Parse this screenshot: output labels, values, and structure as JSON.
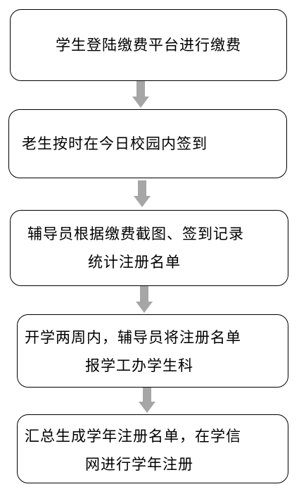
{
  "steps": [
    {
      "lines": [
        "学生登陆缴费平台进行缴费"
      ]
    },
    {
      "lines": [
        "老生按时在今日校园内签到"
      ]
    },
    {
      "lines": [
        "辅导员根据缴费截图、签到记录",
        "统计注册名单"
      ]
    },
    {
      "lines": [
        "开学两周内，辅导员将注册名单",
        "报学工办学生科"
      ]
    },
    {
      "lines": [
        "汇总生成学年注册名单，在学信",
        "网进行学年注册"
      ]
    }
  ],
  "colors": {
    "border": "#000000",
    "arrow": "#a6a6a6",
    "text": "#000000"
  }
}
